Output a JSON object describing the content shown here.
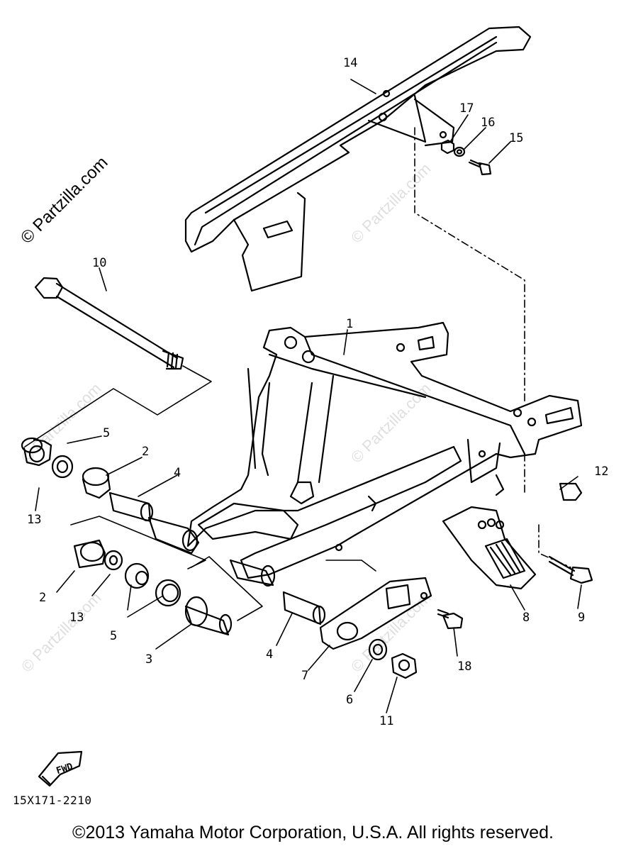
{
  "watermark": {
    "main": "© Partzilla.com",
    "faint": "© Partzilla.com"
  },
  "parts": [
    {
      "id": "p1",
      "label": "1"
    },
    {
      "id": "p2a",
      "label": "2"
    },
    {
      "id": "p2b",
      "label": "2"
    },
    {
      "id": "p3",
      "label": "3"
    },
    {
      "id": "p4a",
      "label": "4"
    },
    {
      "id": "p4b",
      "label": "4"
    },
    {
      "id": "p5a",
      "label": "5"
    },
    {
      "id": "p5b",
      "label": "5"
    },
    {
      "id": "p6",
      "label": "6"
    },
    {
      "id": "p7",
      "label": "7"
    },
    {
      "id": "p8",
      "label": "8"
    },
    {
      "id": "p9",
      "label": "9"
    },
    {
      "id": "p10",
      "label": "10"
    },
    {
      "id": "p11",
      "label": "11"
    },
    {
      "id": "p12",
      "label": "12"
    },
    {
      "id": "p13a",
      "label": "13"
    },
    {
      "id": "p13b",
      "label": "13"
    },
    {
      "id": "p14",
      "label": "14"
    },
    {
      "id": "p15",
      "label": "15"
    },
    {
      "id": "p16",
      "label": "16"
    },
    {
      "id": "p17",
      "label": "17"
    },
    {
      "id": "p18",
      "label": "18"
    }
  ],
  "fwd_label": "FWD",
  "diagram_code": "15X171-2210",
  "copyright": "©2013 Yamaha Motor Corporation, U.S.A. All rights reserved."
}
